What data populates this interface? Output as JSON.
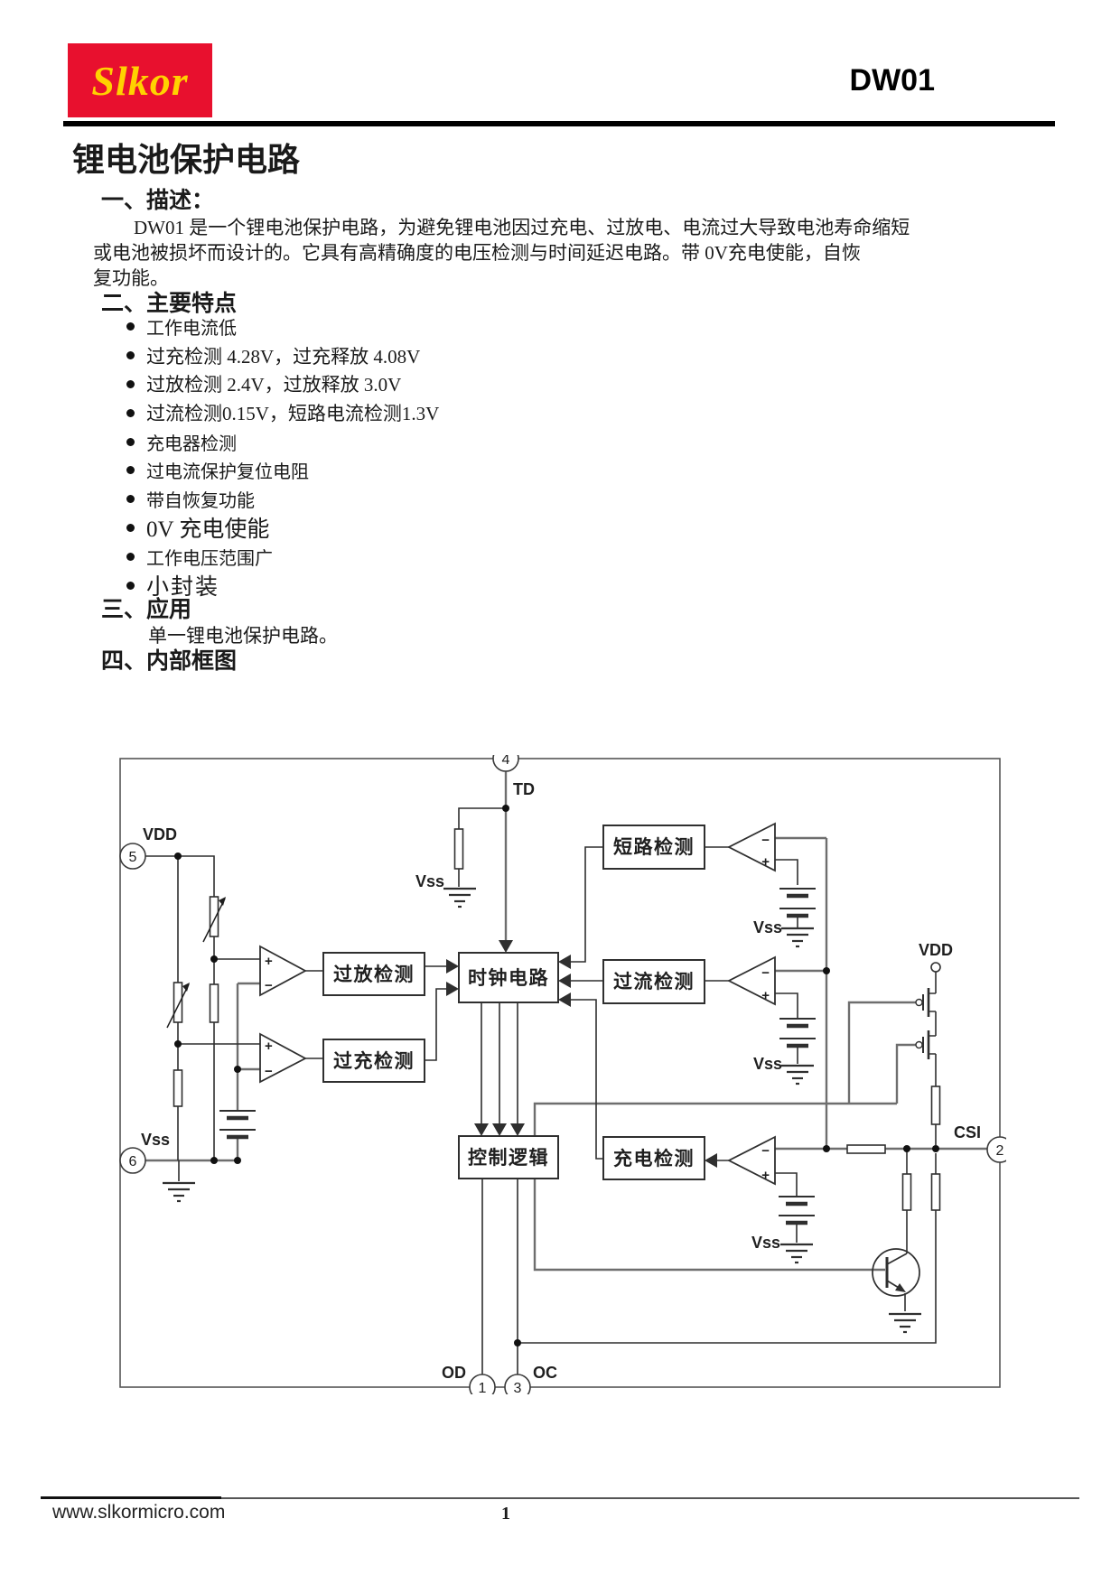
{
  "document": {
    "brand": "Slkor",
    "part_number": "DW01",
    "title": "锂电池保护电路",
    "description": {
      "heading": "一、描述：",
      "lines": [
        "DW01 是一个锂电池保护电路，为避免锂电池因过充电、过放电、电流过大导致电池寿命缩短",
        "或电池被损坏而设计的。它具有高精确度的电压检测与时间延迟电路。带 0V充电使能，自恢",
        "复功能。"
      ]
    },
    "features": {
      "heading": "二、主要特点",
      "items": [
        "工作电流低",
        "过充检测 4.28V，过充释放 4.08V",
        "过放检测 2.4V，过放释放 3.0V",
        "过流检测0.15V，短路电流检测1.3V",
        "充电器检测",
        "过电流保护复位电阻",
        "带自恢复功能",
        "0V 充电使能",
        "工作电压范围广",
        "小封装"
      ]
    },
    "application": {
      "heading": "三、应用",
      "text": "单一锂电池保护电路。"
    },
    "diagram_section": {
      "heading": "四、内部框图"
    },
    "footer": {
      "website": "www.slkormicro.com",
      "page": "1"
    }
  },
  "diagram": {
    "blocks": {
      "short_circuit": "短路检测",
      "overcurrent": "过流检测",
      "charge": "充电检测",
      "overdischarge": "过放检测",
      "overcharge": "过充检测",
      "clock": "时钟电路",
      "control_logic": "控制逻辑"
    },
    "net_labels": {
      "td": "TD",
      "vdd_left": "VDD",
      "vss_left": "Vss",
      "vss_mid": "Vss",
      "vss_r1": "Vss",
      "vss_r2": "Vss",
      "vss_r3": "Vss",
      "vdd_right": "VDD",
      "csi": "CSI",
      "od": "OD",
      "oc": "OC"
    },
    "pin_numbers": {
      "p1": "1",
      "p2": "2",
      "p3": "3",
      "p4": "4",
      "p5": "5",
      "p6": "6"
    },
    "symbols": {
      "plus": "+",
      "minus": "−"
    }
  },
  "colors": {
    "logo_bg": "#e8102e",
    "logo_text": "#ffd200",
    "rule": "#000000",
    "diagram_stroke": "#2f2f2f",
    "rail_grey": "#6e6e6e"
  }
}
